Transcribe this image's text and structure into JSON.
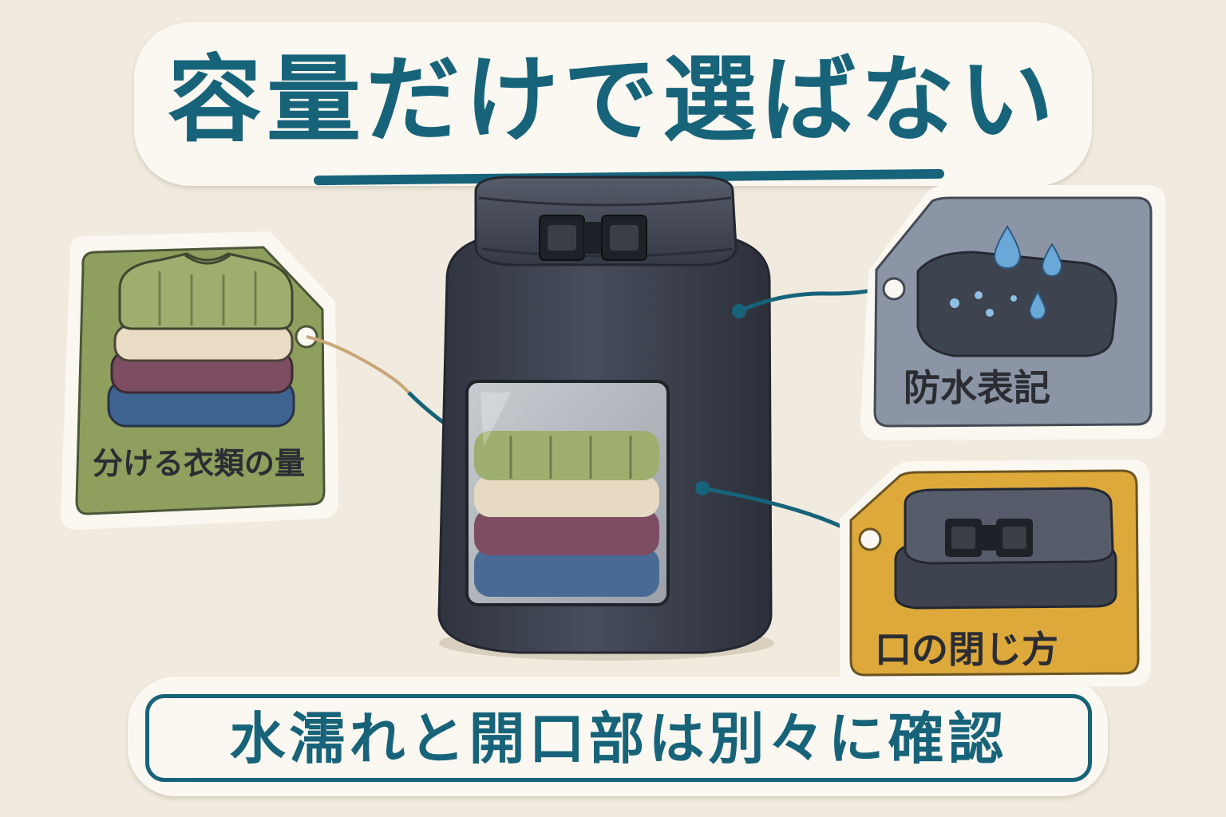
{
  "title": "容量だけで選ばない",
  "tags": {
    "clothes": {
      "label": "分ける衣類の量",
      "color": "#8e9f5e"
    },
    "waterproof": {
      "label": "防水表記",
      "color": "#8c95a6"
    },
    "closure": {
      "label": "口の閉じ方",
      "color": "#dda93b"
    }
  },
  "bottom_message": "水濡れと開口部は別々に確認",
  "colors": {
    "accent": "#17637a",
    "background": "#f1ebdf",
    "bag": "#3d4350"
  },
  "icons": [
    "sweater-stack-icon",
    "water-drops-icon",
    "roll-top-buckle-icon",
    "dry-bag-icon"
  ]
}
